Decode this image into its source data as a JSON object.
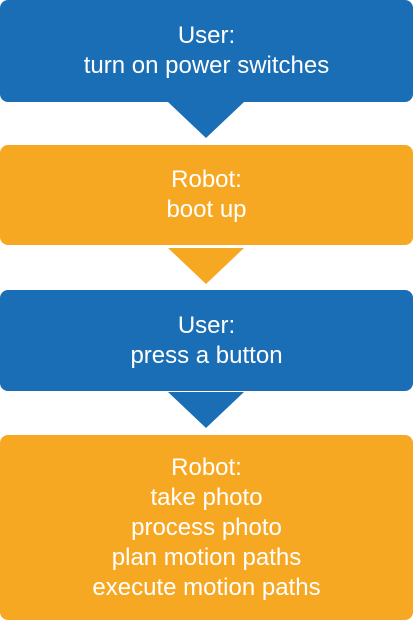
{
  "colors": {
    "user": "#1a6eb5",
    "robot": "#f7a823"
  },
  "steps": [
    {
      "actor": "User:",
      "lines": [
        "turn on power switches"
      ]
    },
    {
      "actor": "Robot:",
      "lines": [
        "boot up"
      ]
    },
    {
      "actor": "User:",
      "lines": [
        "press a button"
      ]
    },
    {
      "actor": "Robot:",
      "lines": [
        "take photo",
        "process photo",
        "plan motion paths",
        "execute motion paths"
      ]
    }
  ]
}
